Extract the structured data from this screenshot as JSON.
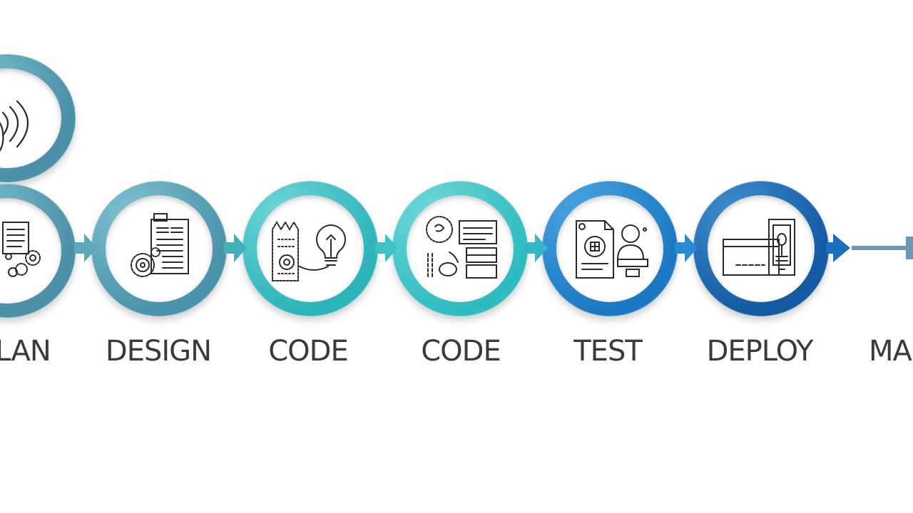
{
  "stages": [
    {
      "label": "LAN",
      "icon": "planning-icon"
    },
    {
      "label": "DESIGN",
      "icon": "document-gear-icon"
    },
    {
      "label": "CODE",
      "icon": "code-lightbulb-icon"
    },
    {
      "label": "CODE",
      "icon": "code-modules-icon"
    },
    {
      "label": "TEST",
      "icon": "test-report-icon"
    },
    {
      "label": "DEPLOY",
      "icon": "deploy-device-icon"
    },
    {
      "label": "MA",
      "icon": "maintain-icon"
    }
  ],
  "colors": {
    "teal_grey": "#5a9fb0",
    "teal": "#2fbfc4",
    "cyan": "#36c4c8",
    "blue": "#1f82c8",
    "deep_blue": "#1566b0",
    "line": "#6f97b5",
    "text": "#3a3a3a"
  }
}
